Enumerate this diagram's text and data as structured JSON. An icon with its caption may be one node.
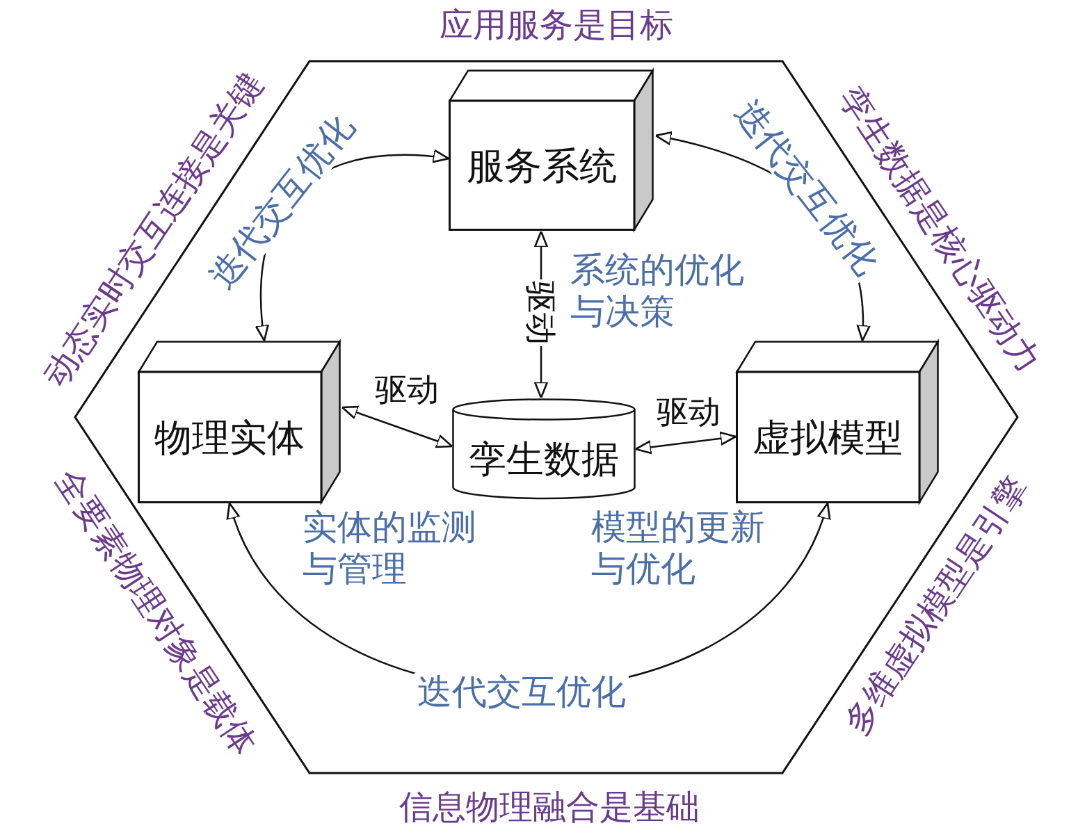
{
  "diagram": {
    "nodes": [
      {
        "text": [
          "服务系统"
        ]
      },
      {
        "text": [
          "物理实体"
        ]
      },
      {
        "text": [
          "孪生数据"
        ]
      },
      {
        "text": [
          "虚拟模型"
        ]
      }
    ],
    "edges": [
      {
        "from": 1,
        "to": 0,
        "arrow": "both",
        "label": "迭代交互优化"
      },
      {
        "from": 0,
        "to": 3,
        "arrow": "both",
        "label": "迭代交互优化"
      },
      {
        "from": 0,
        "to": 2,
        "arrow": "both",
        "label": "驱动"
      },
      {
        "from": 1,
        "to": 2,
        "arrow": "both",
        "label": "驱动"
      },
      {
        "from": 2,
        "to": 3,
        "arrow": "both",
        "label": "驱动"
      },
      {
        "from": 1,
        "to": 3,
        "arrow": "both",
        "label": "迭代交互优化"
      }
    ],
    "labels": [
      "应用服务是目标",
      "孪生数据是核心驱动力",
      "多维虚拟模型是引擎",
      "信息物理融合是基础",
      "全要素物理对象是载体",
      "动态实时交互连接是关键",
      "系统的优化与决策",
      "实体的监测与管理",
      "模型的更新与优化"
    ]
  }
}
